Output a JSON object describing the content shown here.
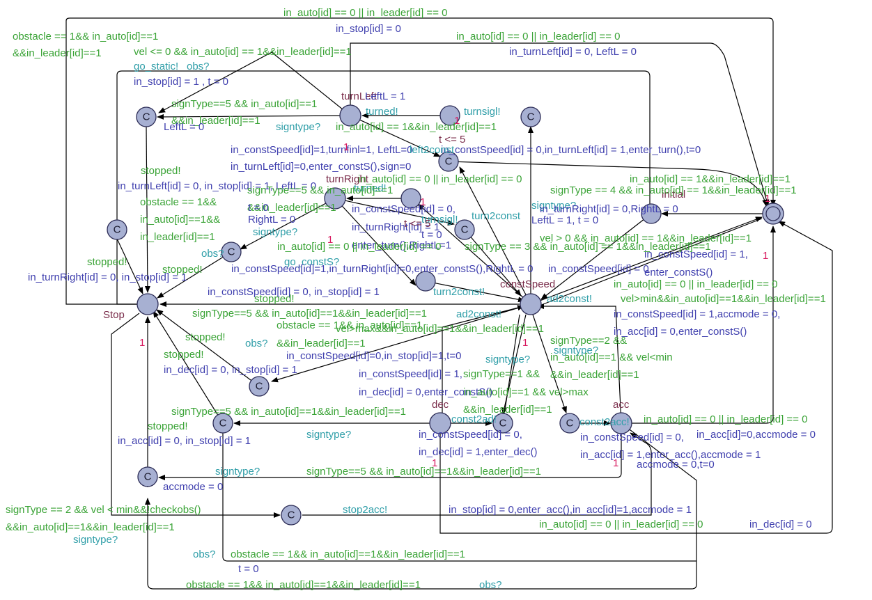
{
  "diagram": {
    "locations": {
      "stop": "Stop",
      "turn_left": "turnLeft",
      "turn_right": "turnRight",
      "const_speed": "constSpeed",
      "dec": "dec",
      "acc": "acc",
      "initial": "initial",
      "committed": "C"
    },
    "edges": [
      "in_auto[id] == 0 || in_leader[id] == 0",
      "in_stop[id] = 0",
      "obstacle == 1&& in_auto[id]==1",
      "&&in_leader[id]==1",
      "vel <= 0 && in_auto[id] == 1&&in_leader[id]==1",
      "go_static!",
      "obs?",
      "in_stop[id] = 1 ,  t = 0",
      "in_auto[id] == 0 || in_leader[id] == 0",
      "in_turnLeft[id] = 0, LeftL = 0",
      "LeftL = 1",
      "turned!",
      "turnsigl!",
      "signType==5 && in_auto[id]==1",
      "&&in_leader[id]==1",
      "LeftL = 0",
      "signtype?",
      "in_auto[id] == 1&&in_leader[id]==1",
      "t <= 5",
      "in_constSpeed[id]=1,turnfinl=1, LeftL=0",
      "in_constSpeed[id] = 0,in_turnLeft[id] = 1,enter_turn(),t=0",
      "left2const",
      "in_turnLeft[id]=0,enter_constS(),sign=0",
      "stopped!",
      "in_turnLeft[id] = 0, in_stop[id] = 1, LeftL = 0",
      "in_auto[id] == 0 || in_leader[id] == 0",
      "turned!",
      "signType==5 && in_auto[id]==1",
      "&&in_leader[id]==1",
      "in_auto[id] == 1&&in_leader[id]==1",
      "signType == 4 && in_auto[id] == 1&&in_leader[id]==1",
      "obstacle == 1&&",
      "in_auto[id]==1&&",
      "in_leader[id]==1",
      "t = 0",
      "RightL = 0",
      "in_constSpeed[id] = 0,",
      "in_turnRight[id] = 1",
      "enter_turn(),RightL=1",
      "turnsigl!",
      "turn2const",
      "t <= 5",
      "t = 0",
      "signtype?",
      "LeftL = 1, t = 0",
      "in_turnRight[id] = 0,RightL = 0",
      "signtype?",
      "in_auto[id] == 0 || in_leader[id] == 0",
      "signType == 3 && in_auto[id] == 1&&in_leader[id]==1",
      "vel > 0 && in_auto[id] == 1&&in_leader[id]==1",
      "in_constSpeed[id] = 1,",
      "enter_constS()",
      "obs?",
      "stopped!",
      "stopped!",
      "in_turnRight[id] = 0, in_stop[id] = 1",
      "go_constS?",
      "in_constSpeed[id]=1,in_turnRight[id]=0,enter_constS(),RightL = 0",
      "in_constSpeed[id] = 0",
      "in_constSpeed[id] = 0, in_stop[id] = 1",
      "turn2const!",
      "stopped!",
      "in_auto[id] == 0 || in_leader[id] == 0",
      "vel>min&&in_auto[id]==1&&in_leader[id]==1",
      "in_constSpeed[id] = 1,accmode = 0,",
      "in_acc[id] = 0,enter_constS()",
      "ad2const!",
      "signType==5 && in_auto[id]==1&&in_leader[id]==1",
      "obstacle == 1&& in_auto[id]==1",
      "vel>max&&in_auto[id]==1&&in_leader[id]==1",
      "ad2const!",
      "obs?",
      "&&in_leader[id]==1",
      "in_constSpeed[id]=0,in_stop[id]=1,t=0",
      "stopped!",
      "stopped!",
      "in_dec[id] = 0, in_stop[id] = 1",
      "signType==2 &&",
      "in_auto[id]==1 && vel<min",
      "signtype?",
      "&&in_leader[id]==1",
      "signtype?",
      "in_constSpeed[id] = 1,",
      "signType==1 &&",
      "in_dec[id] = 0,enter_constS()",
      "in_auto[id]==1 && vel>max",
      "&&in_leader[id]==1",
      "signType==5 && in_auto[id]==1&&in_leader[id]==1",
      "const2ad!",
      "const2acc!",
      "in_auto[id] == 0 || in_leader[id] == 0",
      "in_acc[id]=0,accmode = 0",
      "stopped!",
      "in_acc[id] = 0, in_stop[id] = 1",
      "signtype?",
      "in_constSpeed[id] = 0,",
      "in_dec[id] = 1,enter_dec()",
      "in_constSpeed[id] = 0,",
      "in_acc[id] = 1,enter_acc(),accmode = 1",
      "accmode = 0,t=0",
      "signtype?",
      "accmode = 0",
      "signType==5 && in_auto[id]==1&&in_leader[id]==1",
      "signType == 2 && vel < min&&!checkobs()",
      "&&in_auto[id]==1&&in_leader[id]==1",
      "stop2acc!",
      "in_stop[id] = 0,enter_acc(),in_acc[id]=1,accmode = 1",
      "signtype?",
      "in_auto[id] == 0 || in_leader[id] == 0",
      "in_dec[id] = 0",
      "obs?",
      "obstacle == 1&& in_auto[id]==1&&in_leader[id]==1",
      "t = 0",
      "obstacle == 1&& in_auto[id]==1&&in_leader[id]==1",
      "obs?"
    ],
    "marks": [
      "1",
      "1",
      "1",
      "1",
      "1",
      "1",
      "1",
      "1",
      "1",
      "1"
    ]
  }
}
